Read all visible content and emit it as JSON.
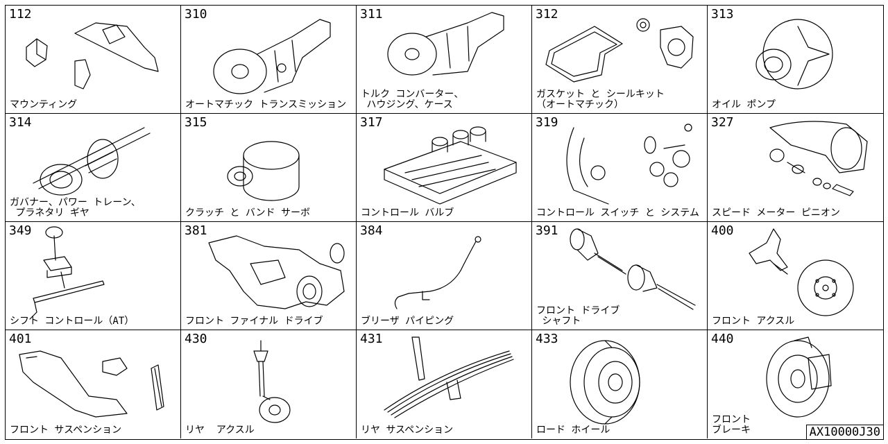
{
  "diagram": {
    "reference_code": "AX10000J30",
    "cells": [
      {
        "code": "112",
        "label": "マウンティング",
        "icon": "mounting-bracket-icon"
      },
      {
        "code": "310",
        "label": "オートマチック トランスミッション",
        "icon": "transmission-icon"
      },
      {
        "code": "311",
        "label": "トルク コンバーター、\n ハウジング、ケース",
        "icon": "torque-converter-housing-icon"
      },
      {
        "code": "312",
        "label": "ガスケット と シールキット\n（オートマチック）",
        "icon": "gasket-kit-icon"
      },
      {
        "code": "313",
        "label": "オイル ポンプ",
        "icon": "oil-pump-icon"
      },
      {
        "code": "314",
        "label": "ガバナー、パワー トレーン、\n プラネタリ ギヤ",
        "icon": "governor-gear-icon"
      },
      {
        "code": "315",
        "label": "クラッチ と バンド サーボ",
        "icon": "clutch-drum-icon"
      },
      {
        "code": "317",
        "label": "コントロール バルブ",
        "icon": "control-valve-icon"
      },
      {
        "code": "319",
        "label": "コントロール スイッチ と システム",
        "icon": "control-switch-icon"
      },
      {
        "code": "327",
        "label": "スピード メーター ピニオン",
        "icon": "speedometer-pinion-icon"
      },
      {
        "code": "349",
        "label": "シフト コントロール（AT）",
        "icon": "shift-lever-icon"
      },
      {
        "code": "381",
        "label": "フロント ファイナル ドライブ",
        "icon": "final-drive-icon"
      },
      {
        "code": "384",
        "label": "ブリーザ パイピング",
        "icon": "breather-pipe-icon"
      },
      {
        "code": "391",
        "label": "フロント ドライブ\n シャフト",
        "icon": "drive-shaft-icon"
      },
      {
        "code": "400",
        "label": "フロント アクスル",
        "icon": "front-axle-icon"
      },
      {
        "code": "401",
        "label": "フロント サスペンション",
        "icon": "suspension-member-icon"
      },
      {
        "code": "430",
        "label": "リヤ  アクスル",
        "icon": "rear-strut-icon"
      },
      {
        "code": "431",
        "label": "リヤ サスペンション",
        "icon": "leaf-spring-icon"
      },
      {
        "code": "433",
        "label": "ロード ホイール",
        "icon": "road-wheel-icon"
      },
      {
        "code": "440",
        "label": "フロント\nブレーキ",
        "icon": "brake-disc-icon"
      }
    ]
  }
}
